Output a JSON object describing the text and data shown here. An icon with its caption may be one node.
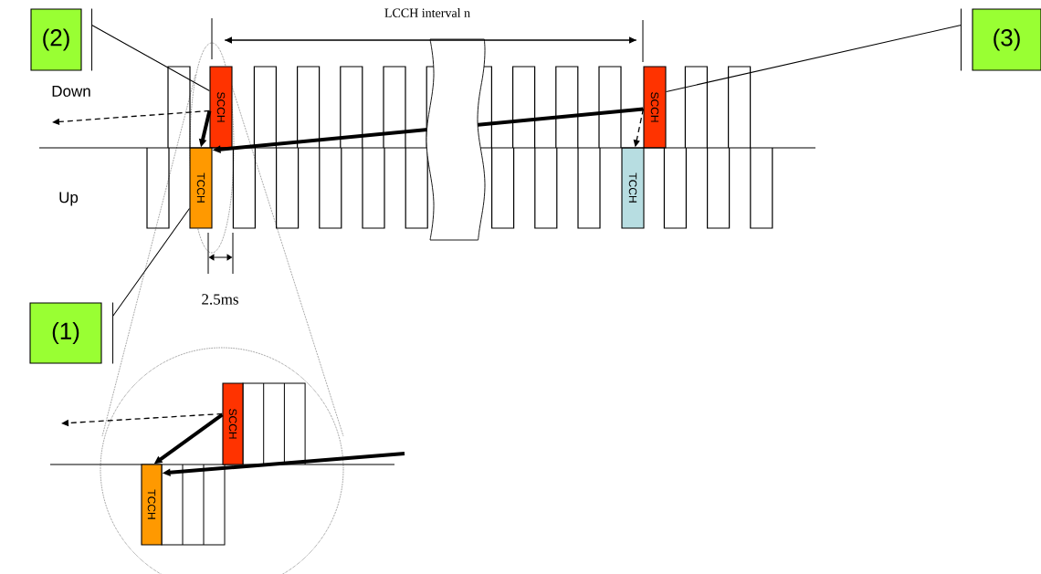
{
  "diagram": {
    "nodes": [
      {
        "text": [
          "(2)"
        ]
      },
      {
        "text": [
          "(3)"
        ]
      },
      {
        "text": [
          "(1)"
        ]
      },
      {
        "text": [
          "SCCH"
        ]
      },
      {
        "text": [
          "TCCH"
        ]
      },
      {
        "text": [
          "SCCH"
        ]
      },
      {
        "text": [
          "TCCH"
        ]
      },
      {
        "text": [
          "SCCH"
        ]
      },
      {
        "text": [
          "TCCH"
        ]
      }
    ],
    "edges": [
      {
        "from": 0,
        "to": 3,
        "arrow": "none"
      },
      {
        "from": 1,
        "to": 5,
        "arrow": "none"
      },
      {
        "from": 2,
        "to": 4,
        "arrow": "none"
      },
      {
        "from": 3,
        "to": 4,
        "arrow": "to",
        "style": "thick"
      },
      {
        "from": 5,
        "to": 4,
        "arrow": "to",
        "style": "thick"
      },
      {
        "from": 5,
        "to": 6,
        "arrow": "to",
        "style": "dashed"
      },
      {
        "from": 3,
        "to": null,
        "arrow": "to",
        "style": "dashed"
      },
      {
        "from": 7,
        "to": 8,
        "arrow": "to",
        "style": "thick"
      },
      {
        "from": null,
        "to": 8,
        "arrow": "to",
        "style": "thick"
      },
      {
        "from": 7,
        "to": null,
        "arrow": "to",
        "style": "dashed"
      }
    ],
    "labels": [
      "LCCH interval n",
      "Down",
      "Up",
      "2.5ms"
    ]
  }
}
